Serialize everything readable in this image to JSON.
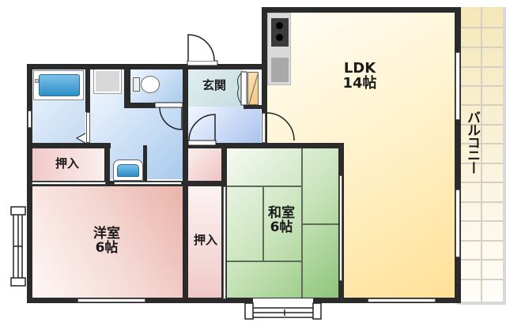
{
  "floorplan": {
    "rooms": {
      "ldk": {
        "name": "LDK",
        "size": "14帖",
        "color_from": "#fffdf3",
        "color_to": "#ffe59a"
      },
      "western": {
        "name": "洋室",
        "size": "6帖",
        "color_from": "#fdf5f4",
        "color_to": "#ecbcb3"
      },
      "japanese": {
        "name": "和室",
        "size": "6帖",
        "color_from": "#f3f8ef",
        "color_to": "#8fc67a"
      },
      "entrance": {
        "name": "玄関"
      },
      "closet_upper": {
        "name": "押入"
      },
      "closet_middle": {
        "name": "押入"
      },
      "balcony": {
        "name": "バルコニー"
      }
    },
    "colors": {
      "wall": "#2b2b2b",
      "wet_area": "#b8d3f0",
      "closet": "#f2d1d1",
      "balcony_tile": "#f6ecc8",
      "balcony_grid": "#d6d2c4",
      "kitchen_counter": "#d9d9d9",
      "stove": "#3d3d3d"
    },
    "fixtures": [
      "bathtub-icon",
      "washing-machine-pan",
      "toilet-icon",
      "washbasin-icon",
      "kitchen-stove-icon",
      "kitchen-sink",
      "shoe-cabinet"
    ]
  }
}
